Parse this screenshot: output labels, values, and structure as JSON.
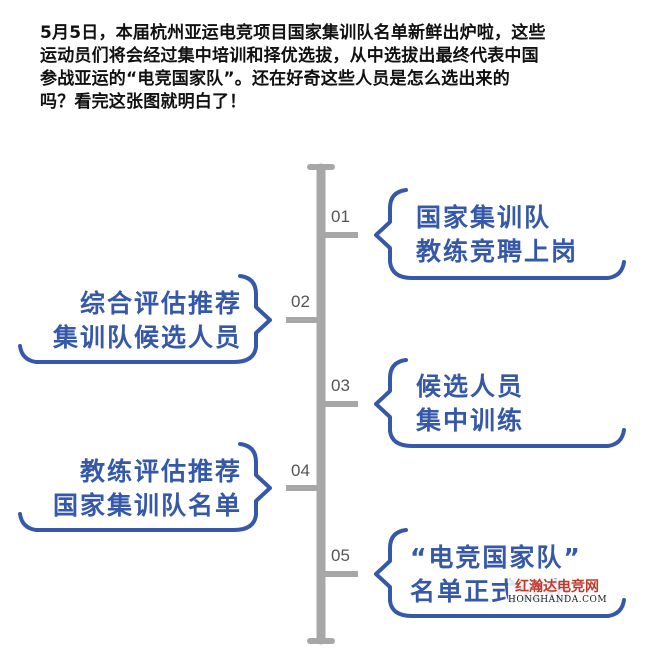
{
  "intro": {
    "lines": [
      "5月5日，本届杭州亚运电竞项目国家集训队名单新鲜出炉啦，这些",
      "运动员们将会经过集中培训和择优选拔，从中选拔出最终代表中国",
      "参战亚运的“电竞国家队”。还在好奇这些人员是怎么选出来的",
      "吗？看完这张图就明白了！"
    ]
  },
  "steps": [
    {
      "num": "01",
      "side": "right",
      "lines": [
        "国家集训队",
        "教练竞聘上岗"
      ]
    },
    {
      "num": "02",
      "side": "left",
      "lines": [
        "综合评估推荐",
        "集训队候选人员"
      ]
    },
    {
      "num": "03",
      "side": "right",
      "lines": [
        "候选人员",
        "集中训练"
      ]
    },
    {
      "num": "04",
      "side": "left",
      "lines": [
        "教练评估推荐",
        "国家集训队名单"
      ]
    },
    {
      "num": "05",
      "side": "right",
      "lines": [
        "“电竞国家队”",
        "名单正式公布"
      ]
    }
  ],
  "watermark": {
    "cn": "红瀚达电竞网",
    "en": "HONGHANDA.COM"
  },
  "colors": {
    "accent": "#3558a8",
    "axis": "#a7a7a7",
    "text": "#111111",
    "watermark": "#c0392b"
  }
}
